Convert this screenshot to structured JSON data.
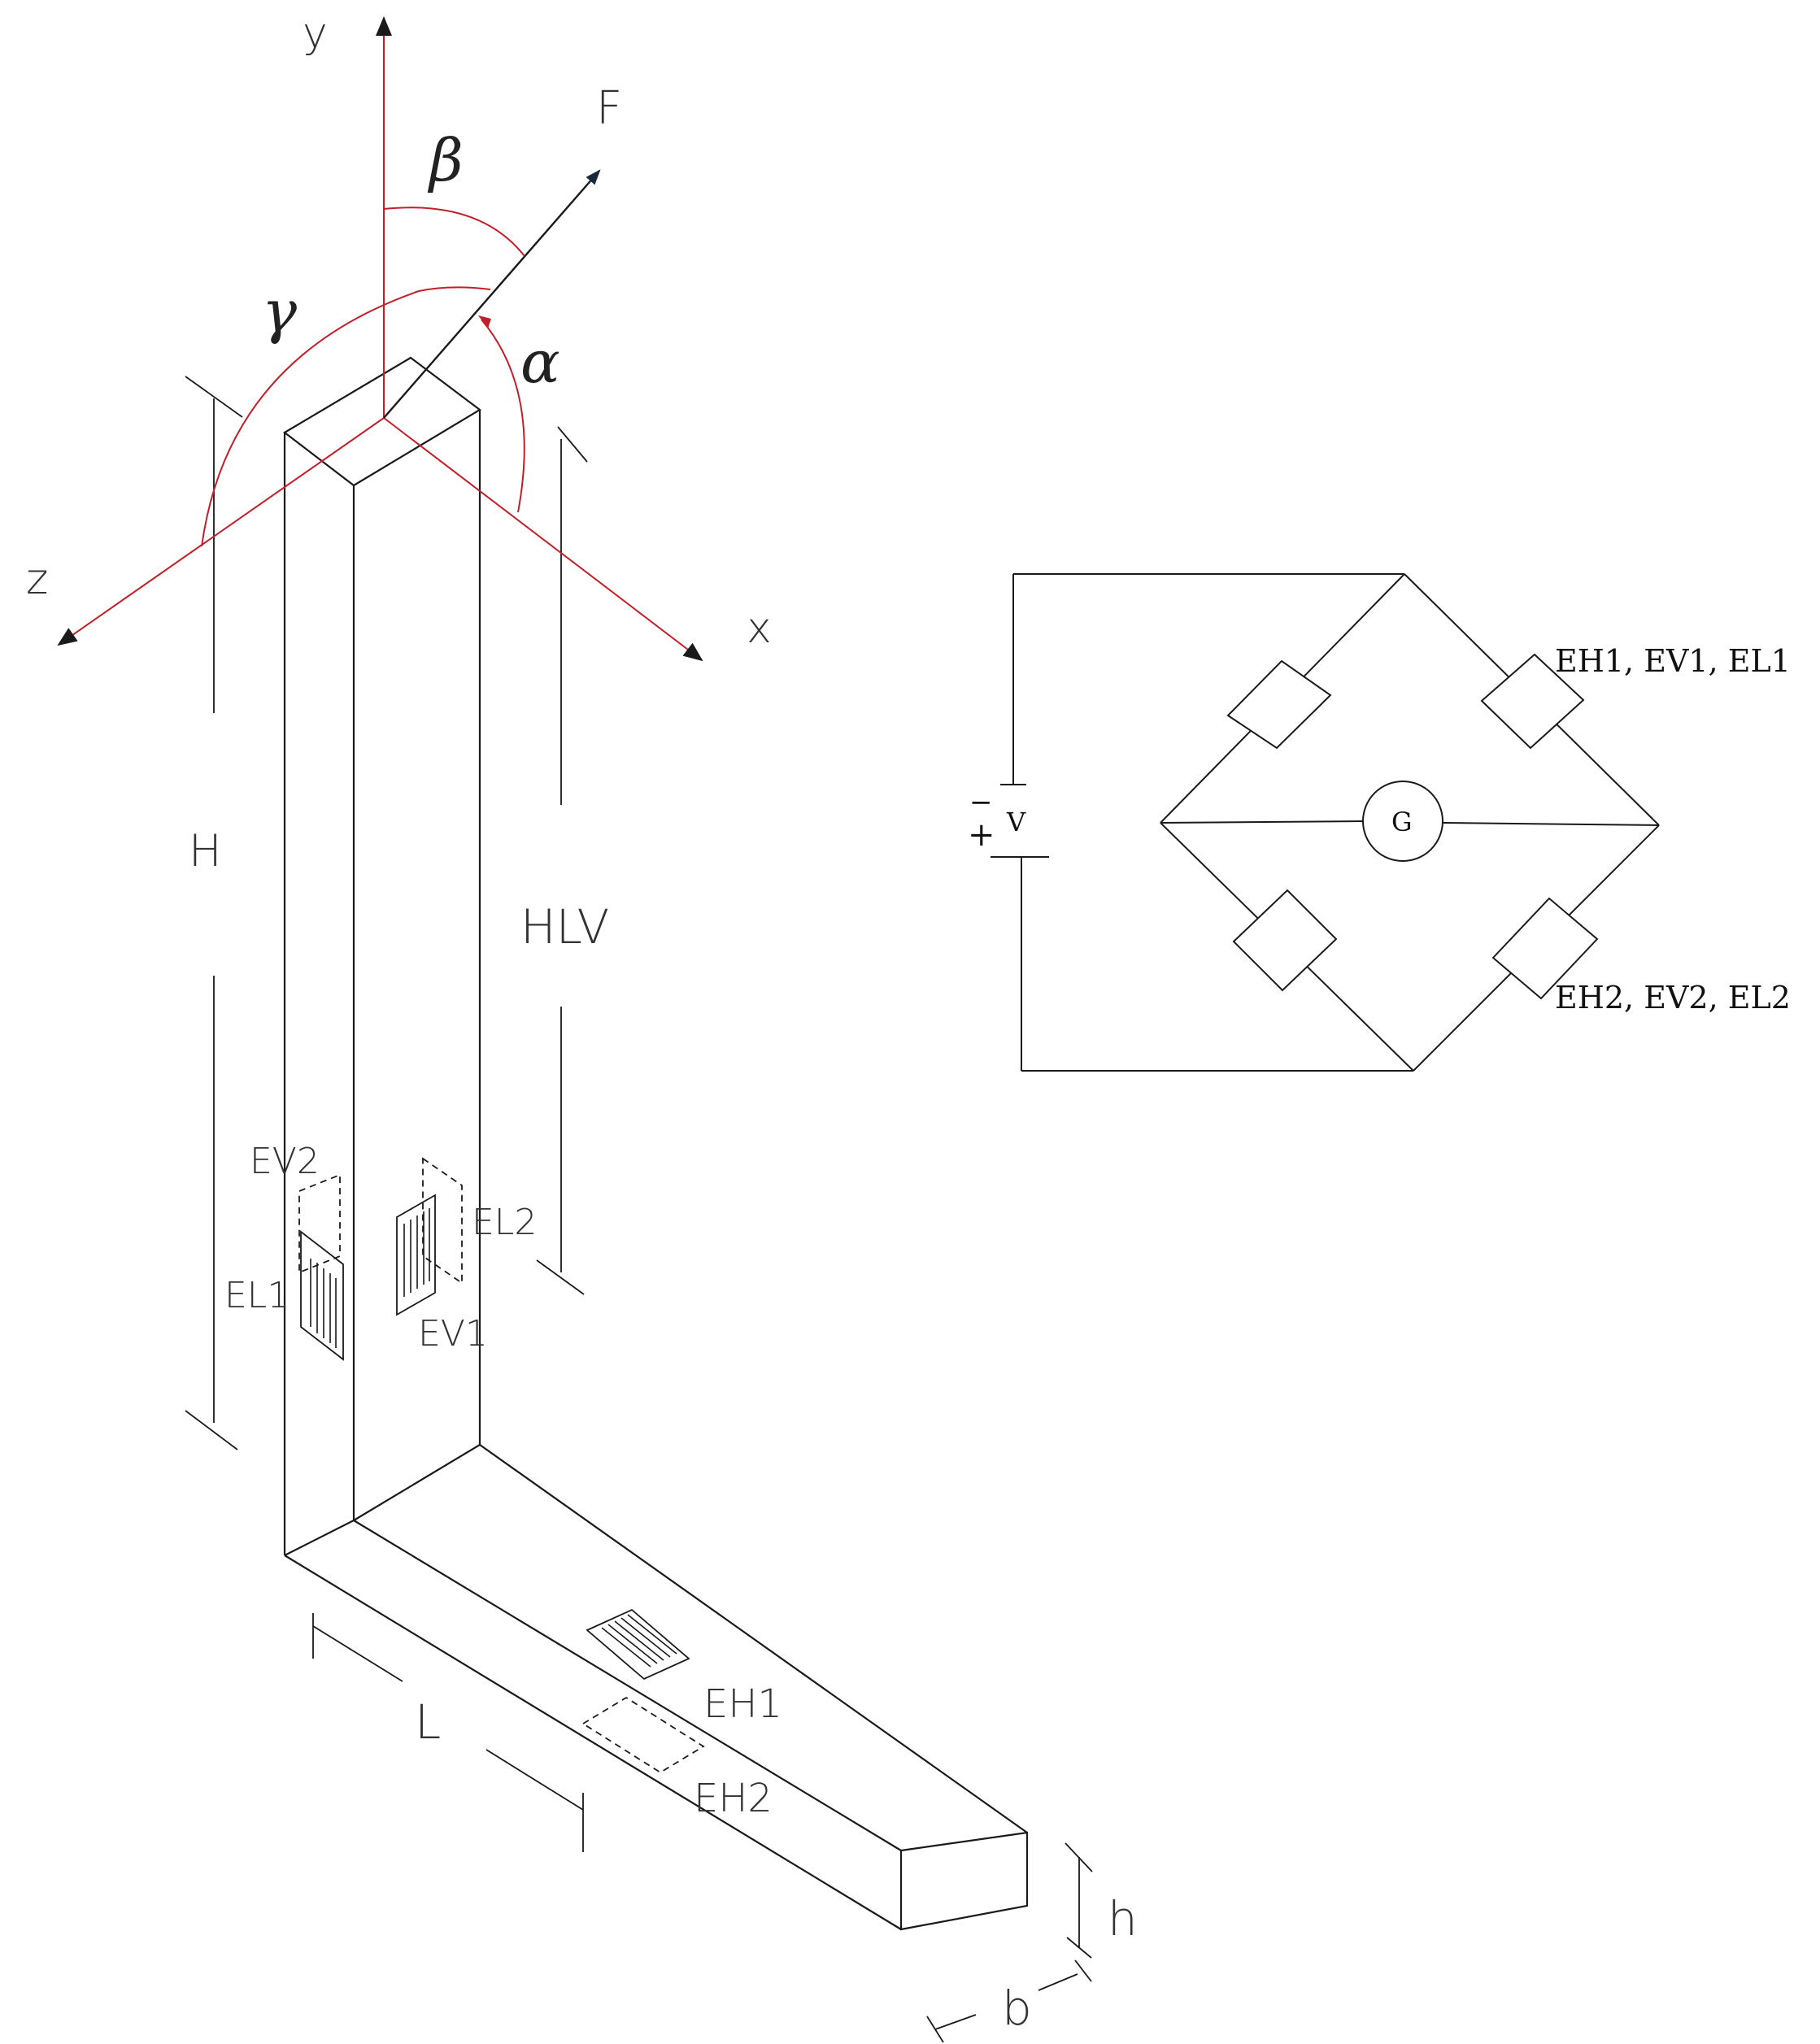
{
  "axes": {
    "x": "x",
    "y": "y",
    "z": "z",
    "force": "F"
  },
  "angles": {
    "alpha": "α",
    "beta": "β",
    "gamma": "γ"
  },
  "dimensions": {
    "H": "H",
    "HLV": "HLV",
    "L": "L",
    "h": "h",
    "b": "b"
  },
  "gauges": {
    "EV2": "EV2",
    "EL1": "EL1",
    "EL2": "EL2",
    "EV1": "EV1",
    "EH1": "EH1",
    "EH2": "EH2"
  },
  "circuit": {
    "upper_right_label": "EH1, EV1, EL1",
    "lower_right_label": "EH2, EV2, EL2",
    "galvanometer": "G",
    "source": "V",
    "minus": "−",
    "plus": "+"
  },
  "colors": {
    "axis": "#c0202a",
    "ink": "#1a1a1a"
  }
}
